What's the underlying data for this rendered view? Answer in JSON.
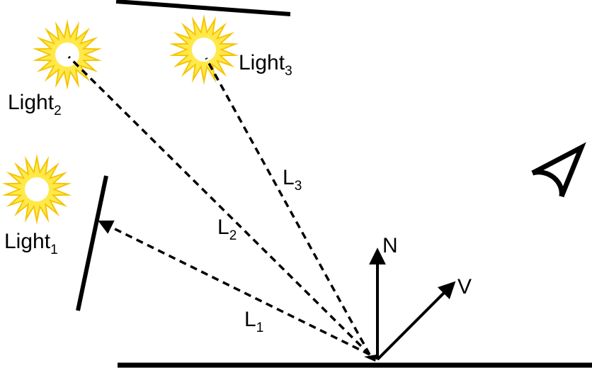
{
  "colors": {
    "line": "#000000",
    "sun_outer": "#f5c400",
    "sun_inner": "#ffe94a",
    "sun_core": "#ffffff",
    "background": "#ffffff"
  },
  "icons": {
    "light_source": "sun-burst-icon",
    "viewer": "eye-icon"
  },
  "lights": [
    {
      "label": "Light",
      "subscript": "1"
    },
    {
      "label": "Light",
      "subscript": "2"
    },
    {
      "label": "Light",
      "subscript": "3"
    }
  ],
  "rays": [
    {
      "label": "L",
      "subscript": "1"
    },
    {
      "label": "L",
      "subscript": "2"
    },
    {
      "label": "L",
      "subscript": "3"
    }
  ],
  "vectors": {
    "normal": "N",
    "view": "V"
  }
}
